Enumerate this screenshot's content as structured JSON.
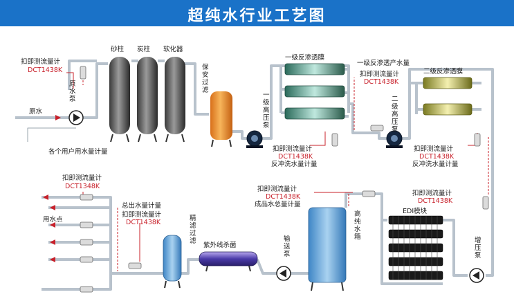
{
  "title": "超纯水行业工艺图",
  "colors": {
    "banner": "#1a72c8",
    "pipe": "#b8c2cc",
    "model": "#c8202a",
    "blue_text": "#1f5aa8"
  },
  "equipment": {
    "sand_filter": "砂柱",
    "carbon_filter": "炭柱",
    "softener": "软化器",
    "security_filter": "保安过滤",
    "raw_pump": "原水泵",
    "raw_water": "原水",
    "hp_pump1": "一级高压泵",
    "ro1": "一级反渗透膜",
    "ro1_permeate": "一级反渗透产水量",
    "hp_pump2": "二级高压泵",
    "ro2": "二级反渗透膜",
    "booster_pump": "增压泵",
    "edi": "EDI模块",
    "uhp_tank": "高纯水箱",
    "transfer_pump": "输送泵",
    "uv": "紫外线杀菌",
    "precision_filter": "精滤过滤",
    "use_point": "用水点",
    "user_metering": "各个用户用水量计量"
  },
  "meters": {
    "raw": {
      "name": "扣即测流量计",
      "model": "DCT1438K"
    },
    "backwash1": {
      "name": "扣即测流量计",
      "model": "DCT1438K",
      "desc": "反冲洗水量计量"
    },
    "ro1_out": {
      "name": "扣即测流量计",
      "model": "DCT1438K"
    },
    "backwash2": {
      "name": "扣即测流量计",
      "model": "DCT1438K",
      "desc": "反冲洗水量计量"
    },
    "edi_in": {
      "name": "扣即测流量计",
      "model": "DCT1438K"
    },
    "product": {
      "name": "扣即测流量计",
      "model": "DCT1438K",
      "desc": "成品水总量计量"
    },
    "total_out": {
      "desc": "总出水量计量",
      "name": "扣即测流量计",
      "model": "DCT1438K"
    },
    "users": {
      "name": "扣即测流量计",
      "model": "DCT1348K"
    }
  }
}
